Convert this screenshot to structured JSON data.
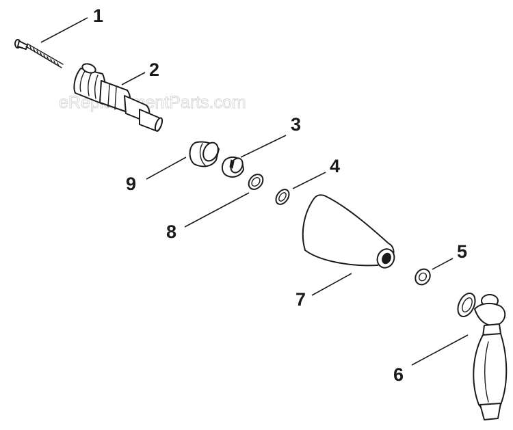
{
  "watermark": "eReplacementParts.com",
  "callouts": [
    {
      "id": "1",
      "label": "1"
    },
    {
      "id": "2",
      "label": "2"
    },
    {
      "id": "3",
      "label": "3"
    },
    {
      "id": "4",
      "label": "4"
    },
    {
      "id": "5",
      "label": "5"
    },
    {
      "id": "6",
      "label": "6"
    },
    {
      "id": "7",
      "label": "7"
    },
    {
      "id": "8",
      "label": "8"
    },
    {
      "id": "9",
      "label": "9"
    }
  ],
  "colors": {
    "ink": "#1a1a1a",
    "paper": "#ffffff",
    "watermark": "#d4d4d4"
  }
}
